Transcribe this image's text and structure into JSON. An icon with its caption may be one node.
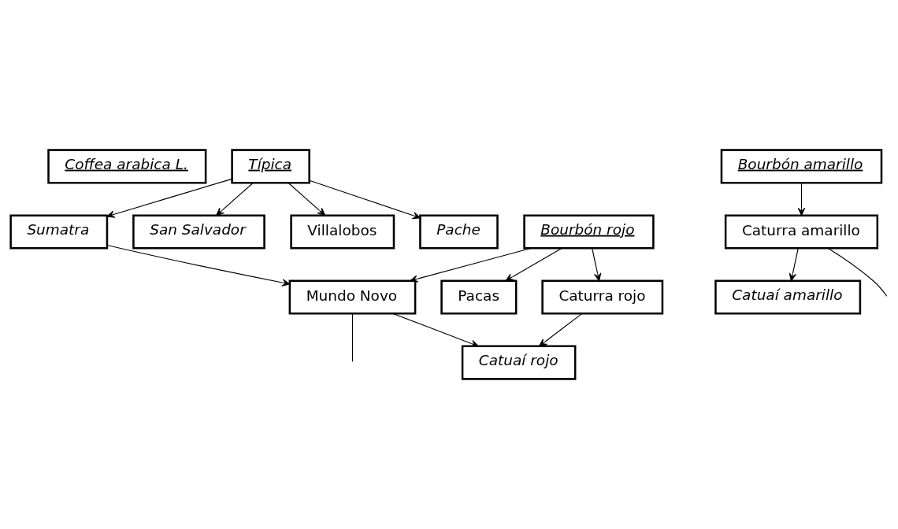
{
  "diagram": {
    "nodes": [
      {
        "text": [
          "Coffea arabica L."
        ]
      },
      {
        "text": [
          "Típica"
        ]
      },
      {
        "text": [
          "Bourbón rojo"
        ]
      },
      {
        "text": [
          "Bourbón amarillo"
        ]
      },
      {
        "text": [
          "Sumatra"
        ]
      },
      {
        "text": [
          "San Salvador"
        ]
      },
      {
        "text": [
          "Pacas"
        ]
      },
      {
        "text": [
          "Caturra amarillo"
        ]
      },
      {
        "text": [
          "Mundo Novo"
        ]
      },
      {
        "text": [
          "Caturra rojo"
        ]
      },
      {
        "text": [
          "Villalobos"
        ]
      },
      {
        "text": [
          "Catuaí rojo"
        ]
      },
      {
        "text": [
          "Catuaí amarillo"
        ]
      },
      {
        "text": [
          "Pache"
        ]
      }
    ],
    "edges": [
      {
        "from": 1,
        "to": 5,
        "arrow": "to"
      },
      {
        "from": 1,
        "to": 10,
        "arrow": "to"
      },
      {
        "from": 1,
        "to": 13,
        "arrow": "to"
      },
      {
        "from": 1,
        "to": 4,
        "arrow": "to"
      },
      {
        "from": 4,
        "to": 8,
        "arrow": "to"
      },
      {
        "from": 2,
        "to": 8,
        "arrow": "to"
      },
      {
        "from": 2,
        "to": 6,
        "arrow": "to"
      },
      {
        "from": 2,
        "to": 9,
        "arrow": "to"
      },
      {
        "from": 3,
        "to": 7,
        "arrow": "to"
      },
      {
        "from": 8,
        "to": 11,
        "arrow": "to"
      },
      {
        "from": 9,
        "to": 11,
        "arrow": "to"
      },
      {
        "from": 7,
        "to": 12,
        "arrow": "to"
      },
      {
        "from": 8,
        "to": null,
        "arrow": "none"
      },
      {
        "from": 7,
        "to": null,
        "arrow": "none"
      }
    ]
  }
}
